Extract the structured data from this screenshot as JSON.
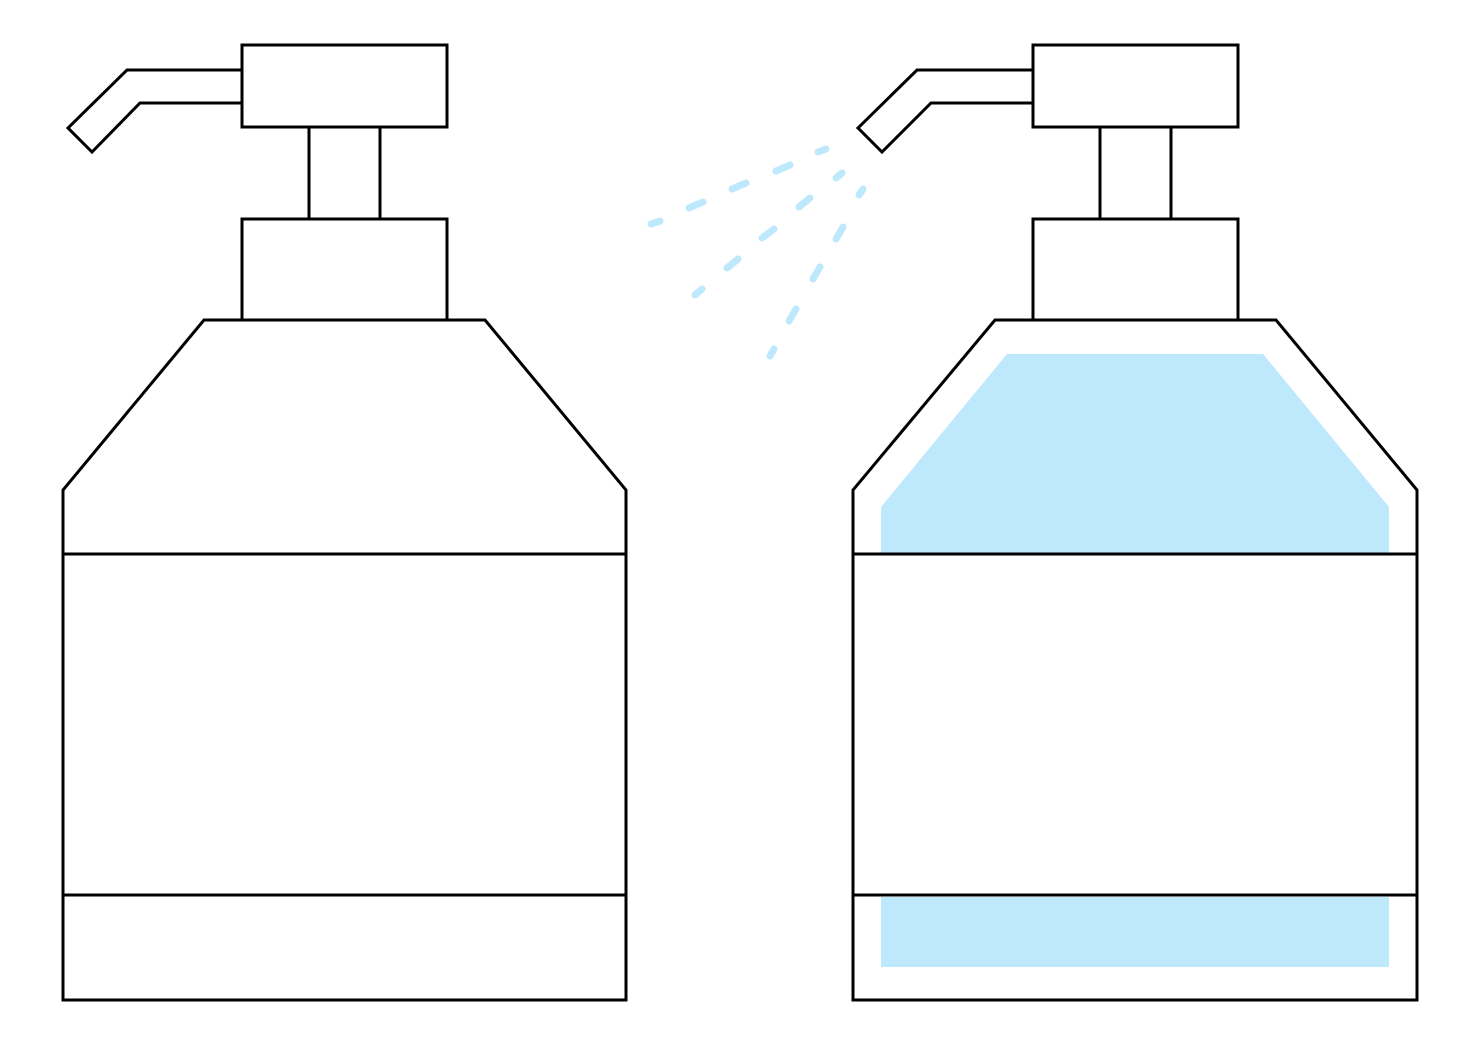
{
  "illustration": {
    "subject": "pump-bottles",
    "bottles": [
      {
        "id": "empty-bottle",
        "filled": false,
        "spraying": false
      },
      {
        "id": "filled-bottle",
        "filled": true,
        "spraying": true
      }
    ]
  },
  "colors": {
    "background": "#ffffff",
    "outline": "#000000",
    "bottle_fill": "#ffffff",
    "liquid": "#bee8fc",
    "spray": "#bee8fc"
  },
  "icons": {
    "left_bottle": "pump-bottle-icon",
    "right_bottle": "pump-bottle-icon",
    "spray": "spray-mist-icon"
  }
}
